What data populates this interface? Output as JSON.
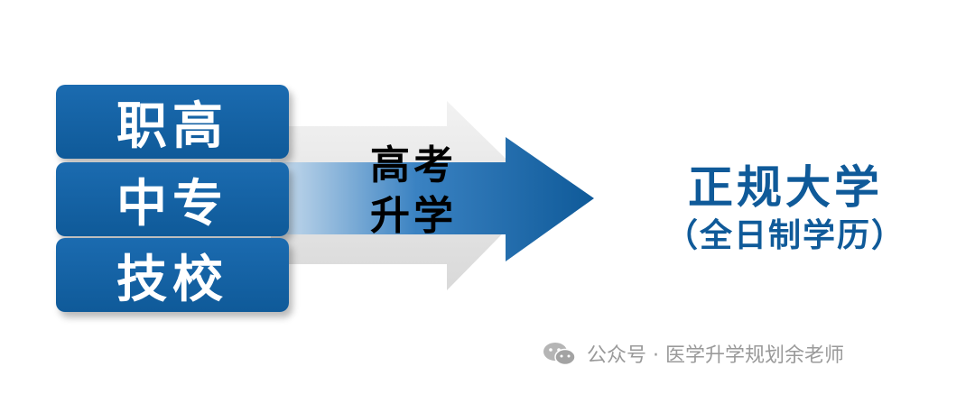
{
  "left_boxes": [
    {
      "label": "职高"
    },
    {
      "label": "中专"
    },
    {
      "label": "技校"
    }
  ],
  "middle": {
    "line1": "高考",
    "line2": "升学"
  },
  "destination": {
    "title": "正规大学",
    "subtitle": "（全日制学历）"
  },
  "watermark": {
    "text": "公众号 · 医学升学规划余老师"
  },
  "colors": {
    "box_blue": "#1b6bb0",
    "arrow_blue": "#0f5a99",
    "arrow_gray": "#e6e6e6",
    "title_blue": "#0f5a99",
    "watermark_gray": "#9a9a9a"
  }
}
